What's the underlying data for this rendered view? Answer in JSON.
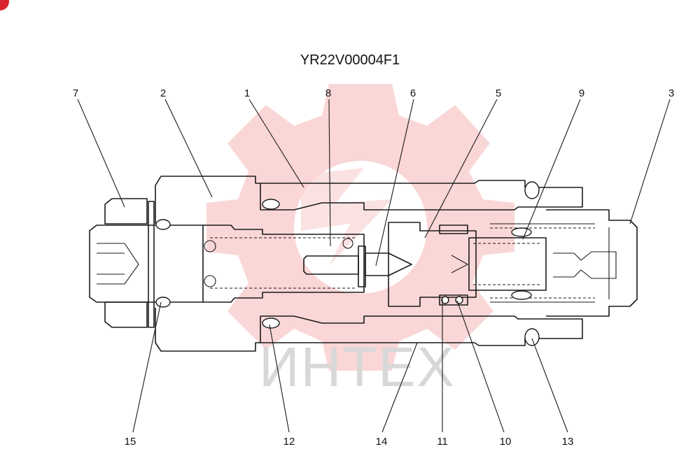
{
  "diagram": {
    "title": "YR22V00004F1",
    "watermark": "ИНТЕХ",
    "colors": {
      "line": "#1a1a1a",
      "watermark_gear": "#f6b6b6",
      "watermark_text": "#d8d8d8",
      "corner_mark": "#d9262c"
    },
    "callouts": [
      "7",
      "2",
      "1",
      "8",
      "6",
      "5",
      "9",
      "3",
      "15",
      "12",
      "14",
      "11",
      "10",
      "13"
    ]
  }
}
